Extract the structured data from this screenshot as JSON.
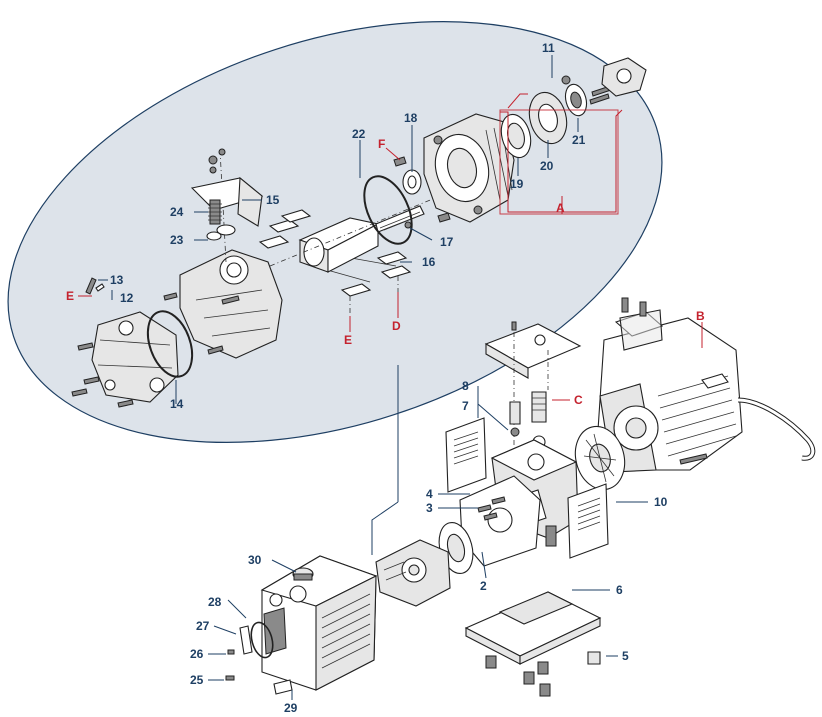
{
  "title": "",
  "callouts": {
    "n1": "11",
    "n2": "22",
    "n3": "18",
    "n4": "21",
    "n5": "20",
    "n6": "19",
    "n7": "15",
    "n8": "24",
    "n9": "23",
    "n10": "17",
    "n11": "16",
    "n12": "13",
    "n13": "12",
    "n14": "14",
    "n15": "8",
    "n16": "7",
    "n17": "4",
    "n18": "3",
    "n19": "10",
    "n20": "30",
    "n21": "2",
    "n22": "6",
    "n23": "28",
    "n24": "27",
    "n25": "26",
    "n26": "25",
    "n27": "29",
    "n28": "5"
  },
  "letters": {
    "a": "A",
    "b": "B",
    "c": "C",
    "d": "D",
    "e1": "E",
    "e2": "E",
    "f": "F"
  },
  "colors": {
    "callout_number": "#1e3f63",
    "callout_letter": "#c4222e",
    "detail_oval_fill": "#dde3ea"
  }
}
